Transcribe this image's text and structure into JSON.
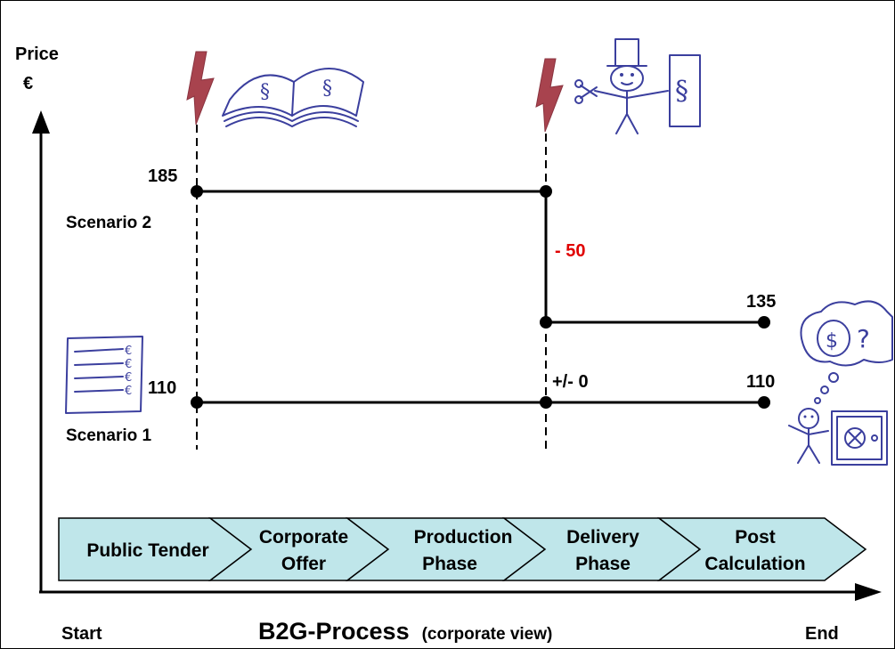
{
  "axis": {
    "y_label_line1": "Price",
    "y_label_line2": "€",
    "x_start": "Start",
    "x_end": "End"
  },
  "title": {
    "main": "B2G-Process",
    "sub": "(corporate view)"
  },
  "scenarios": {
    "scenario2_label": "Scenario 2",
    "scenario1_label": "Scenario 1"
  },
  "values": {
    "v185": "185",
    "v110_left": "110",
    "v135": "135",
    "v110_right": "110",
    "drop": "- 50",
    "zero_change": "+/- 0"
  },
  "phases": [
    {
      "line1": "Public Tender",
      "line2": ""
    },
    {
      "line1": "Corporate",
      "line2": "Offer"
    },
    {
      "line1": "Production",
      "line2": "Phase"
    },
    {
      "line1": "Delivery",
      "line2": "Phase"
    },
    {
      "line1": "Post",
      "line2": "Calculation"
    }
  ],
  "colors": {
    "phase_fill": "#bfe6ea",
    "drop_label": "#e00000",
    "bolt": "#a8434e",
    "sketch": "#3b3f9e"
  },
  "icons": [
    "lightning-bolt-icon",
    "law-book-icon",
    "magician-figure-icon",
    "price-list-icon",
    "thinking-figure-safe-icon"
  ]
}
